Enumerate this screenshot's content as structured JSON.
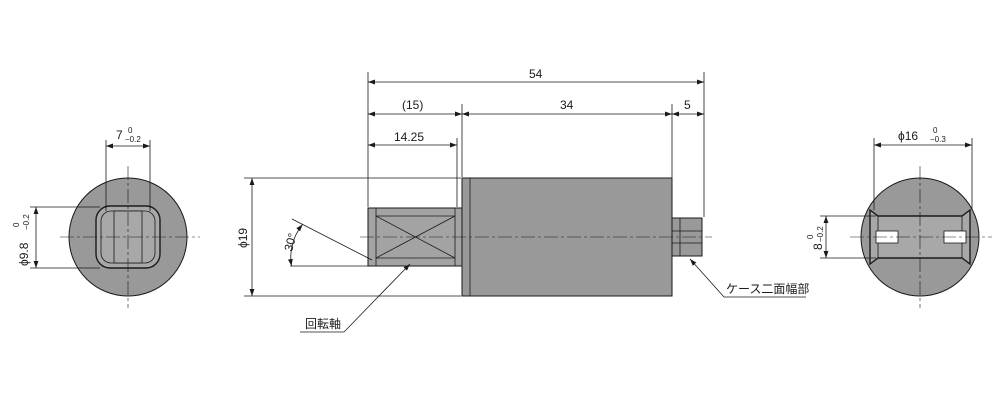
{
  "colors": {
    "body_fill": "#999999",
    "shaft_fill": "#a3a3a3",
    "line": "#1a1a1a",
    "background": "#ffffff"
  },
  "left_view": {
    "width_dim": {
      "nominal": "7",
      "upper": "0",
      "lower": "−0.2"
    },
    "diameter_dim": {
      "nominal": "ϕ9.8",
      "upper": "0",
      "lower": "−0.2"
    }
  },
  "front_view": {
    "overall_length": "54",
    "ref_length": "(15)",
    "body_length": "34",
    "case_width_length": "5",
    "shaft_length": "14.25",
    "diameter": "ϕ19",
    "angle": "30°",
    "labels": {
      "rotating_shaft": "回転軸",
      "case_width_across_flats": "ケース二面幅部"
    }
  },
  "right_view": {
    "diameter_dim": {
      "nominal": "ϕ16",
      "upper": "0",
      "lower": "−0.3"
    },
    "width_dim": {
      "nominal": "8",
      "upper": "0",
      "lower": "−0.2"
    }
  }
}
